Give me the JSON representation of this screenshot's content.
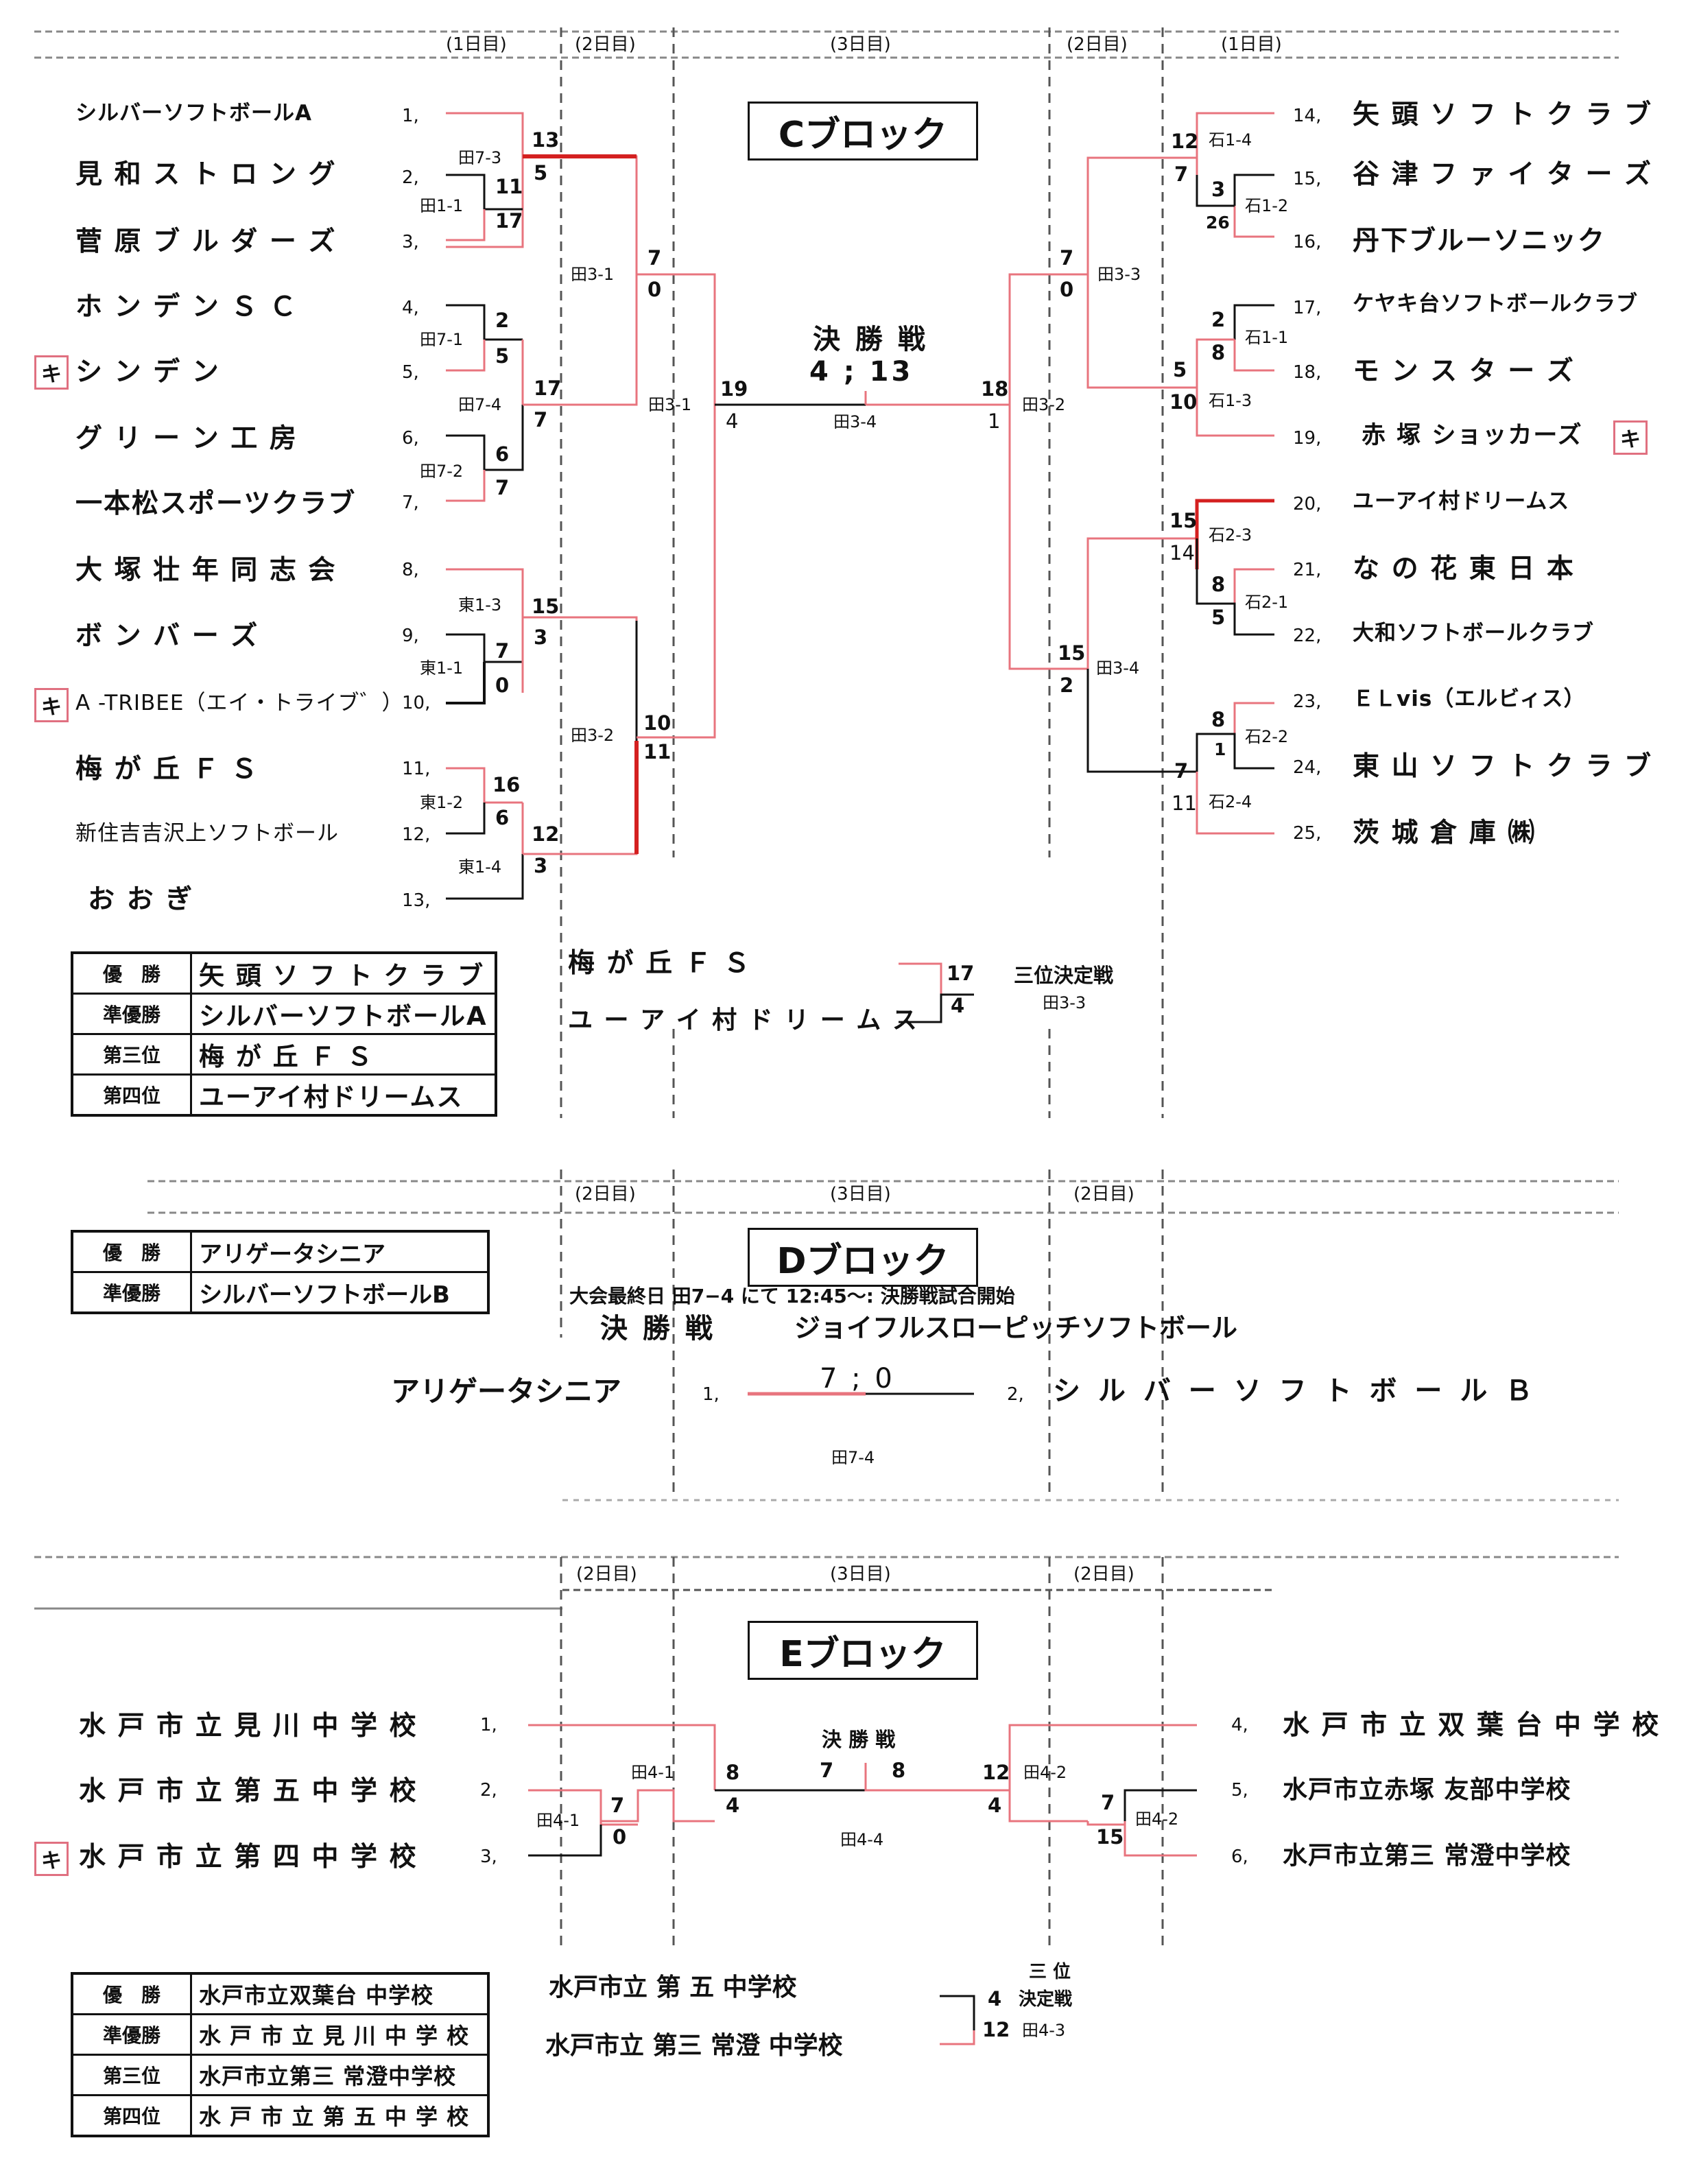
{
  "colors": {
    "winner_line": "#e8747e",
    "strong_line": "#d42020",
    "line": "#111111"
  },
  "days": {
    "d1": "(1日目)",
    "d2": "(2日目)",
    "d3": "(3日目)"
  },
  "c_block": {
    "title": "Cブロック",
    "left_teams": [
      {
        "name": "シルバーソフトボールA",
        "no": "1,"
      },
      {
        "name": "見 和 ス ト ロ ン グ",
        "no": "2,"
      },
      {
        "name": "菅 原 ブ ル ダ ー ズ",
        "no": "3,"
      },
      {
        "name": "ホ ン デ ン Ｓ Ｃ",
        "no": "4,"
      },
      {
        "name": "シ  ン  デ  ン",
        "no": "5,"
      },
      {
        "name": "グ リ ー ン  工  房",
        "no": "6,"
      },
      {
        "name": "一本松スポーツクラブ",
        "no": "7,"
      },
      {
        "name": "大 塚 壮 年 同 志 会",
        "no": "8,"
      },
      {
        "name": "ボ  ン  バ  ー  ズ",
        "no": "9,"
      },
      {
        "name": "A -TRIBEE（エイ・トライブ゛）",
        "no": "10,"
      },
      {
        "name": "梅  が  丘  Ｆ  Ｓ",
        "no": "11,"
      },
      {
        "name": "新住吉吉沢上ソフトボール",
        "no": "12,"
      },
      {
        "name": "お    お    ぎ",
        "no": "13,"
      }
    ],
    "right_teams": [
      {
        "name": "矢 頭 ソ フ ト ク ラ ブ",
        "no": "14,"
      },
      {
        "name": "谷 津 フ ァ イ タ ー ズ",
        "no": "15,"
      },
      {
        "name": "丹下ブルーソニック",
        "no": "16,"
      },
      {
        "name": "ケヤキ台ソフトボールクラブ",
        "no": "17,"
      },
      {
        "name": "モ  ン  ス  タ  ー  ズ",
        "no": "18,"
      },
      {
        "name": "赤 塚  ショッカーズ",
        "no": "19,"
      },
      {
        "name": "ユーアイ村ドリームス",
        "no": "20,"
      },
      {
        "name": "な の 花 東 日 本",
        "no": "21,"
      },
      {
        "name": "大和ソフトボールクラブ",
        "no": "22,"
      },
      {
        "name": "ＥＬvis（エルビィス）",
        "no": "23,"
      },
      {
        "name": "東 山 ソ フ ト ク ラ ブ",
        "no": "24,"
      },
      {
        "name": "茨  城  倉  庫  ㈱",
        "no": "25,"
      }
    ],
    "ki_mark": "キ",
    "final_label": "決 勝 戦",
    "final_score": "4 ; 13",
    "final_code": "田3-4",
    "third_place": {
      "team1": "梅  が  丘  Ｆ  Ｓ",
      "team2": "ユ ー ア イ 村 ド リ ー ム ス",
      "score1": "17",
      "score2": "4",
      "label": "三位決定戦",
      "code": "田3-3"
    },
    "results": [
      {
        "rank": "優　勝",
        "name": "矢 頭 ソ フ ト ク ラ ブ"
      },
      {
        "rank": "準優勝",
        "name": "シルバーソフトボールA"
      },
      {
        "rank": "第三位",
        "name": "梅  が  丘  Ｆ  Ｓ"
      },
      {
        "rank": "第四位",
        "name": "ユーアイ村ドリームス"
      }
    ],
    "scores": {
      "s1": "13",
      "s2": "5",
      "s3": "11",
      "s4": "17",
      "s5": "2",
      "s6": "5",
      "s7": "17",
      "s8": "7",
      "s9": "6",
      "s10": "7",
      "s11": "7",
      "s12": "0",
      "s13": "15",
      "s14": "3",
      "s15": "7",
      "s16": "0",
      "s17": "16",
      "s18": "6",
      "s19": "12",
      "s20": "3",
      "s21": "10",
      "s22": "11",
      "s23": "19",
      "s24": "4",
      "r1": "12",
      "r2": "7",
      "r3": "3",
      "r4": "26",
      "r5": "7",
      "r6": "0",
      "r7": "2",
      "r8": "8",
      "r9": "5",
      "r10": "10",
      "r11": "18",
      "r12": "1",
      "r13": "15",
      "r14": "14",
      "r15": "8",
      "r16": "5",
      "r17": "15",
      "r18": "2",
      "r19": "8",
      "r20": "1",
      "r21": "7",
      "r22": "11"
    },
    "codes": {
      "c1": "田7-3",
      "c2": "田1-1",
      "c3": "田7-1",
      "c4": "田7-4",
      "c5": "田7-2",
      "c6": "田3-1",
      "c7": "田3-1",
      "c8": "東1-3",
      "c9": "東1-1",
      "c10": "田3-2",
      "c11": "東1-2",
      "c12": "東1-4",
      "r1": "石1-4",
      "r2": "石1-2",
      "r3": "田3-3",
      "r4": "石1-1",
      "r5": "石1-3",
      "r6": "田3-2",
      "r7": "石2-3",
      "r8": "石2-1",
      "r9": "田3-4",
      "r10": "石2-2",
      "r11": "石2-4"
    }
  },
  "d_block": {
    "title": "Dブロック",
    "results": [
      {
        "rank": "優　勝",
        "name": "アリゲータシニア"
      },
      {
        "rank": "準優勝",
        "name": "シルバーソフトボールB"
      }
    ],
    "notice": "大会最終日  田7−4  にて      12:45〜: 決勝戦試合開始",
    "final_label": "決 勝 戦",
    "event_name": "ジョイフルスローピッチソフトボール",
    "team1": "アリゲータシニア",
    "no1": "1,",
    "team2": "シ ル バ ー ソ フ ト ボ ー ル Ｂ",
    "no2": "2,",
    "score": "7 ; 0",
    "code": "田7-4"
  },
  "e_block": {
    "title": "Eブロック",
    "left_teams": [
      {
        "name": "水 戸 市 立  見  川  中 学 校",
        "no": "1,"
      },
      {
        "name": "水 戸 市 立  第  五  中 学 校",
        "no": "2,"
      },
      {
        "name": "水 戸 市 立  第  四  中 学 校",
        "no": "3,"
      }
    ],
    "right_teams": [
      {
        "name": "水 戸 市 立 双 葉 台  中 学 校",
        "no": "4,"
      },
      {
        "name": "水戸市立赤塚  友部中学校",
        "no": "5,"
      },
      {
        "name": "水戸市立第三  常澄中学校",
        "no": "6,"
      }
    ],
    "ki_mark": "キ",
    "final_label": "決 勝 戦",
    "final_s1": "7",
    "final_s2": "8",
    "final_code": "田4-4",
    "scores": {
      "l1": "8",
      "l2": "4",
      "l3": "7",
      "l4": "0",
      "r1": "12",
      "r2": "4",
      "r3": "7",
      "r4": "15"
    },
    "codes": {
      "l1": "田4-1",
      "l2": "田4-1",
      "r1": "田4-2",
      "r2": "田4-2"
    },
    "third_place": {
      "team1": "水戸市立   第  五   中学校",
      "team2": "水戸市立 第三 常澄 中学校",
      "score1": "4",
      "score2": "12",
      "label1": "三  位",
      "label2": "決定戦",
      "code": "田4-3"
    },
    "results": [
      {
        "rank": "優　勝",
        "name": "水戸市立双葉台 中学校"
      },
      {
        "rank": "準優勝",
        "name": "水 戸 市 立  見  川  中 学 校"
      },
      {
        "rank": "第三位",
        "name": "水戸市立第三 常澄中学校"
      },
      {
        "rank": "第四位",
        "name": "水 戸 市 立  第  五  中 学 校"
      }
    ]
  }
}
